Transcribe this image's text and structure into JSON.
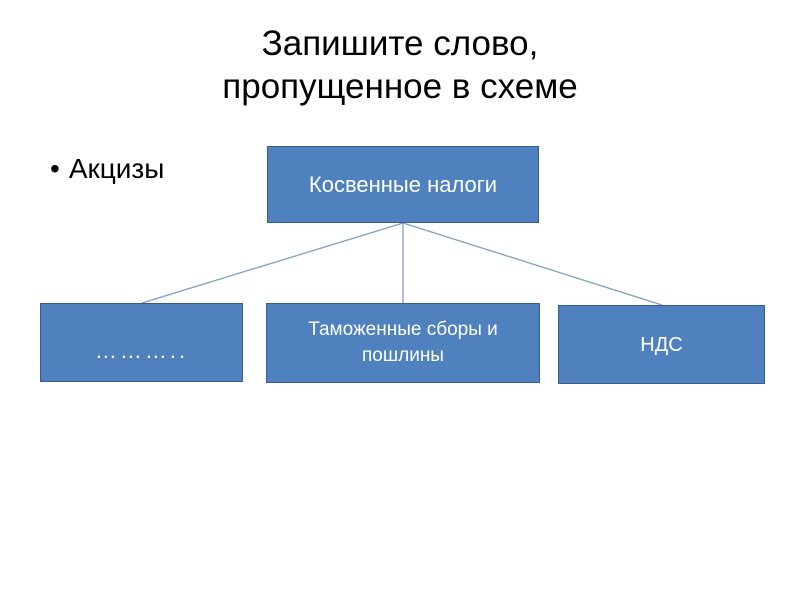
{
  "slide": {
    "title": "Запишите слово,\nпропущенное в схеме",
    "background_color": "#ffffff",
    "title_color": "#000000"
  },
  "bullets": [
    {
      "marker": "•",
      "text": "Акцизы"
    }
  ],
  "diagram": {
    "box_fill_color": "#4e81bd",
    "box_border_color": "#385d8a",
    "box_text_color": "#ffffff",
    "connector_color": "#7f9fc4",
    "root": {
      "label": "Косвенные налоги"
    },
    "children": [
      {
        "label": "………..",
        "name": "blank-placeholder"
      },
      {
        "label": "Таможенные сборы и пошлины",
        "name": "customs-duties"
      },
      {
        "label": "НДС",
        "name": "value-added-tax"
      }
    ]
  }
}
